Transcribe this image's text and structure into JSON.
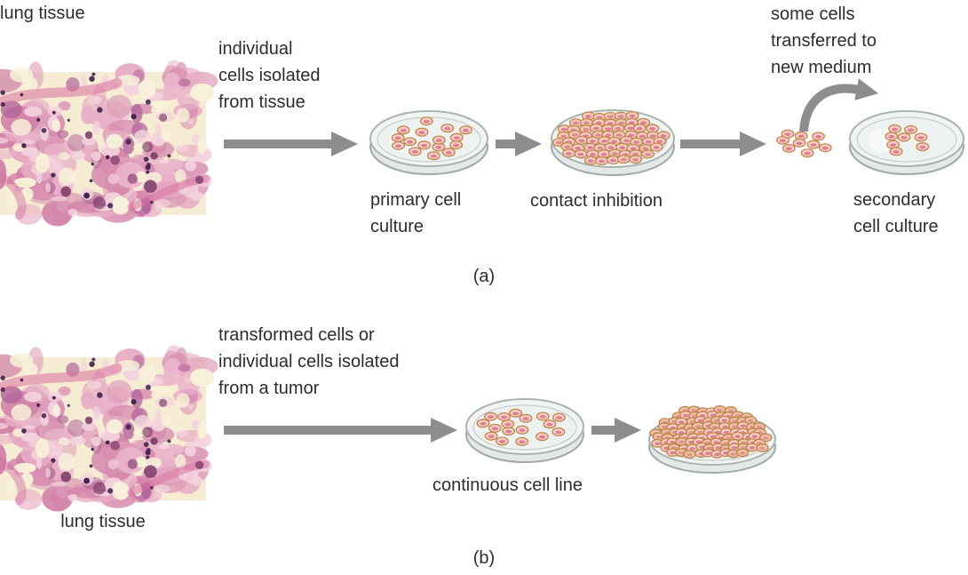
{
  "figure": {
    "background": "#ffffff",
    "caption_a": "(a)",
    "caption_b": "(b)"
  },
  "colors": {
    "text": "#2d2d2d",
    "arrow": "#8d8d8d",
    "dish_fill": "#f1f4f2",
    "dish_stroke": "#aab4af",
    "dish_rim": "#e4e9e7",
    "cell_outline": "#c08648",
    "cell_body": "#f6cdc9",
    "cell_center": "#e0808f",
    "tissue_background": "#f6ecd4",
    "tissue_pink": "#d88fb0",
    "tissue_dark_dots": "#41224e"
  },
  "icons": {
    "flow_arrow": "right-arrow",
    "transfer_arrow": "curved-right-arrow",
    "petri_dish": "ellipse-dish",
    "cell": "oval-cell",
    "tissue_image": "histology-micrograph"
  },
  "panel_a": {
    "tissue_label": "lung tissue",
    "isolate_text": "individual\ncells isolated\nfrom tissue",
    "primary_dish_label": "primary cell\nculture",
    "contact_dish_label": "contact inhibition",
    "transfer_text": "some cells\ntransferred to\nnew medium",
    "secondary_dish_label": "secondary\ncell culture",
    "primary_cell_count": 16,
    "loose_cell_count": 9,
    "secondary_cell_count": 8
  },
  "panel_b": {
    "tissue_label": "lung tissue",
    "isolate_text": "transformed cells or\nindividual cells isolated\nfrom a tumor",
    "continuous_dish_label": "continuous cell line",
    "continuous_cell_count": 17
  }
}
